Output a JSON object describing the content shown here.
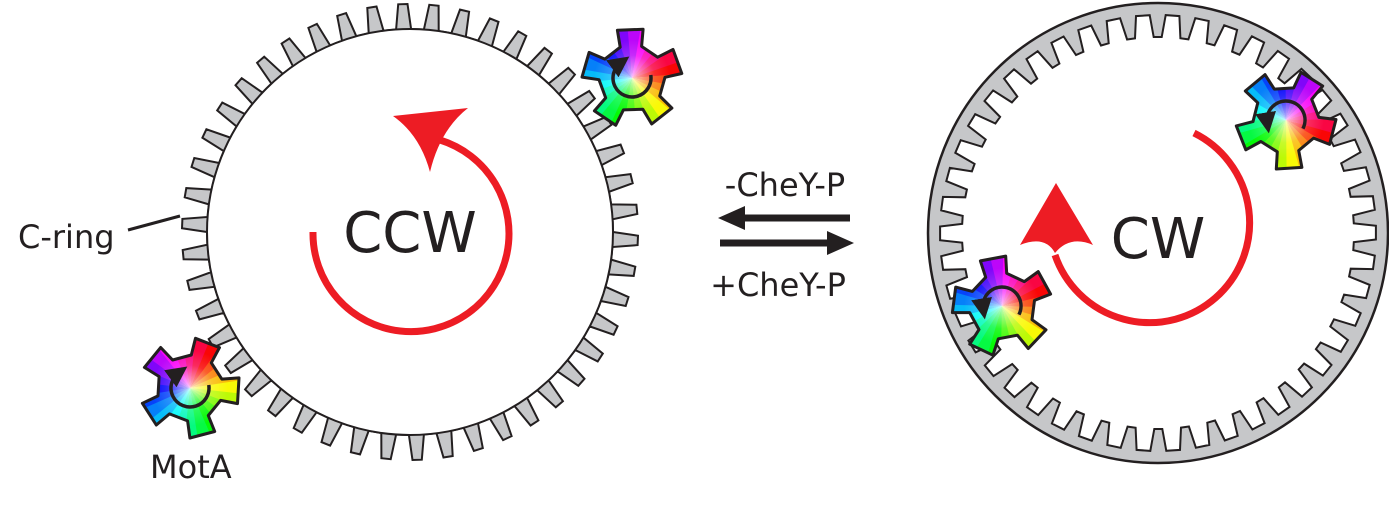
{
  "labels": {
    "ccw": "CCW",
    "cw": "CW",
    "c_ring": "C-ring",
    "mota": "MotA",
    "minus_chey": "-CheY-P",
    "plus_chey": "+CheY-P"
  },
  "colors": {
    "ring_fill": "#c6c7c9",
    "outline": "#231f20",
    "rotation_arrow": "#ed1c24"
  }
}
